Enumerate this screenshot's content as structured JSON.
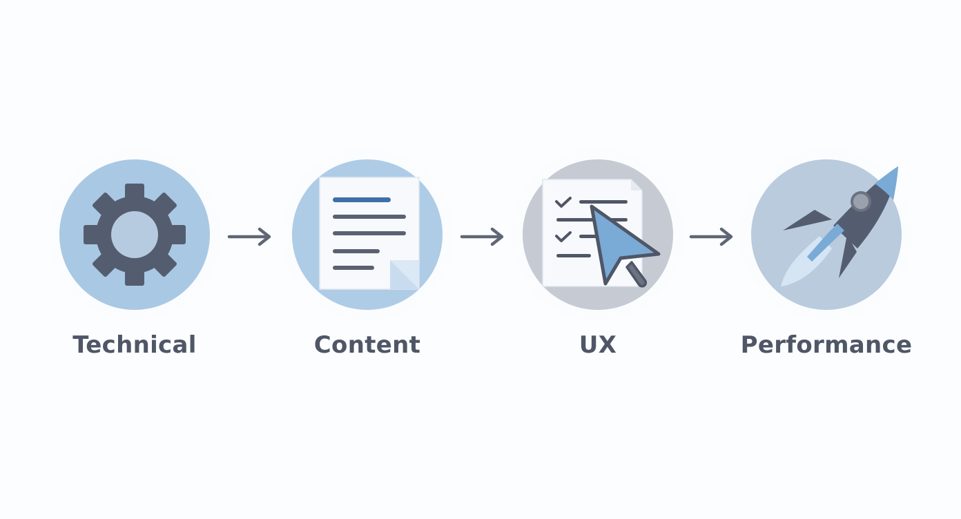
{
  "steps": [
    {
      "label": "Technical",
      "icon": "gear-icon",
      "circle_color": "#a9c8e3"
    },
    {
      "label": "Content",
      "icon": "document-icon",
      "circle_color": "#aecce6"
    },
    {
      "label": "UX",
      "icon": "checklist-cursor-icon",
      "circle_color": "#c5cad3"
    },
    {
      "label": "Performance",
      "icon": "rocket-icon",
      "circle_color": "#b9cbdd"
    }
  ],
  "colors": {
    "icon_dark": "#545d6f",
    "accent_blue": "#7aaad6",
    "label": "#4f5666",
    "arrow": "#5f6675"
  }
}
